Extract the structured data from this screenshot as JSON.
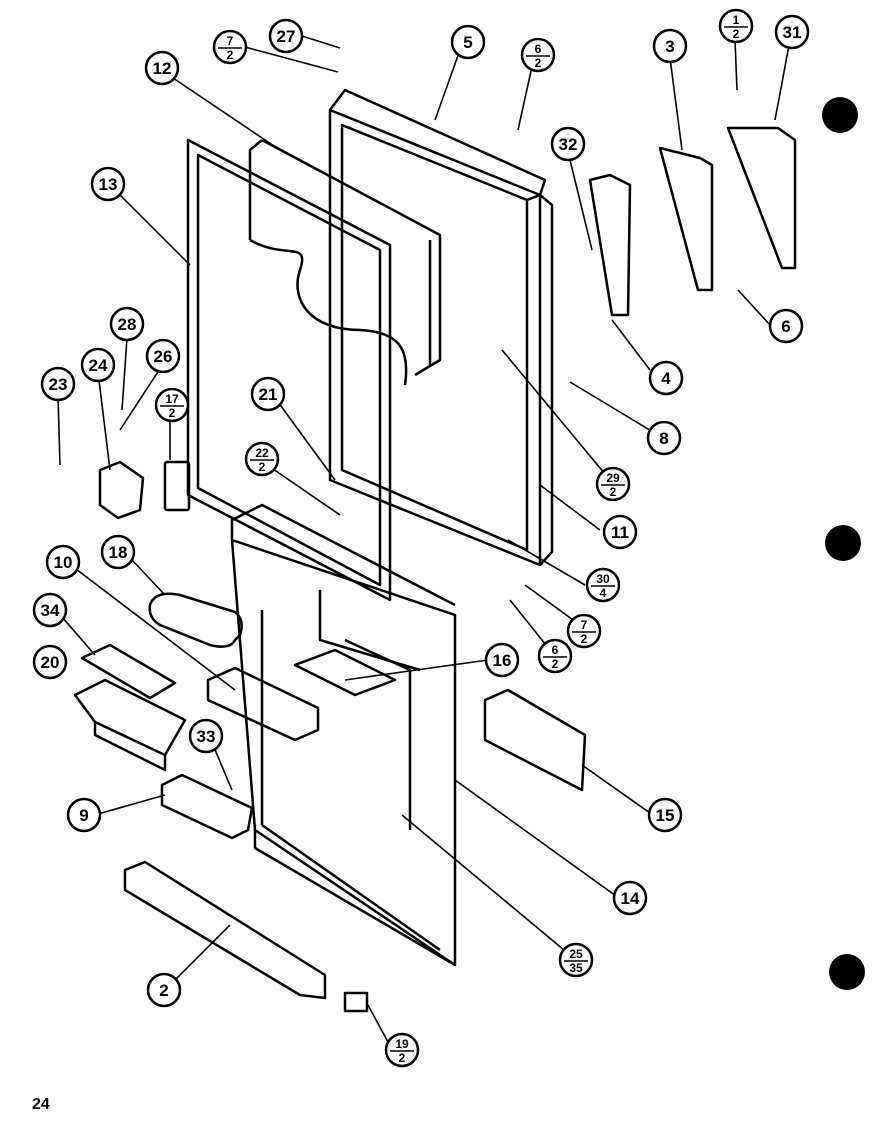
{
  "page_number": "24",
  "callouts": [
    {
      "id": "c27",
      "label": "27"
    },
    {
      "id": "c7-2a",
      "top": "7",
      "bottom": "2"
    },
    {
      "id": "c12",
      "label": "12"
    },
    {
      "id": "c5",
      "label": "5"
    },
    {
      "id": "c6-2a",
      "top": "6",
      "bottom": "2"
    },
    {
      "id": "c3",
      "label": "3"
    },
    {
      "id": "c1-2",
      "top": "1",
      "bottom": "2"
    },
    {
      "id": "c31",
      "label": "31"
    },
    {
      "id": "c13",
      "label": "13"
    },
    {
      "id": "c32",
      "label": "32"
    },
    {
      "id": "c6",
      "label": "6"
    },
    {
      "id": "c4",
      "label": "4"
    },
    {
      "id": "c28",
      "label": "28"
    },
    {
      "id": "c24",
      "label": "24"
    },
    {
      "id": "c26",
      "label": "26"
    },
    {
      "id": "c23",
      "label": "23"
    },
    {
      "id": "c17-2",
      "top": "17",
      "bottom": "2"
    },
    {
      "id": "c21",
      "label": "21"
    },
    {
      "id": "c22-2",
      "top": "22",
      "bottom": "2"
    },
    {
      "id": "c8",
      "label": "8"
    },
    {
      "id": "c29-2",
      "top": "29",
      "bottom": "2"
    },
    {
      "id": "c11",
      "label": "11"
    },
    {
      "id": "c30-4",
      "top": "30",
      "bottom": "4"
    },
    {
      "id": "c7-2b",
      "top": "7",
      "bottom": "2"
    },
    {
      "id": "c6-2b",
      "top": "6",
      "bottom": "2"
    },
    {
      "id": "c10",
      "label": "10"
    },
    {
      "id": "c18",
      "label": "18"
    },
    {
      "id": "c34",
      "label": "34"
    },
    {
      "id": "c20",
      "label": "20"
    },
    {
      "id": "c16",
      "label": "16"
    },
    {
      "id": "c33",
      "label": "33"
    },
    {
      "id": "c9",
      "label": "9"
    },
    {
      "id": "c15",
      "label": "15"
    },
    {
      "id": "c14",
      "label": "14"
    },
    {
      "id": "c25-35",
      "top": "25",
      "bottom": "35"
    },
    {
      "id": "c2",
      "label": "2"
    },
    {
      "id": "c19-2",
      "top": "19",
      "bottom": "2"
    }
  ]
}
